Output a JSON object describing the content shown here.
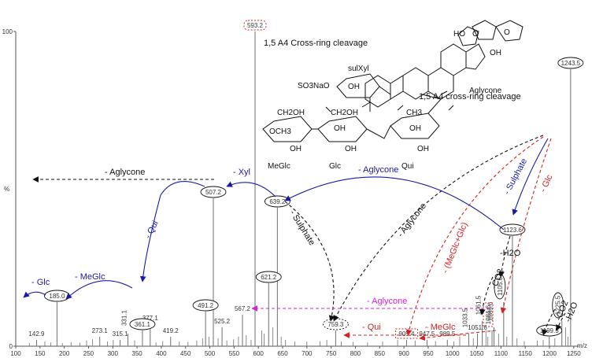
{
  "chart_data": {
    "type": "bar",
    "xlabel": "m/z",
    "ylabel": "%",
    "xlim": [
      100,
      1260
    ],
    "ylim": [
      0,
      100
    ],
    "xticks": [
      100,
      150,
      200,
      250,
      300,
      350,
      400,
      450,
      500,
      550,
      600,
      650,
      700,
      750,
      800,
      850,
      900,
      950,
      1000,
      1050,
      1100,
      1150,
      1200,
      1250
    ],
    "yticks": [
      0,
      100
    ],
    "peaks": [
      {
        "mz": 593.2,
        "intensity": 100,
        "label": "593.2",
        "style": "box-dashed-red"
      },
      {
        "mz": 1243.5,
        "intensity": 88,
        "label": "1243.5",
        "style": "ellipse"
      },
      {
        "mz": 639.2,
        "intensity": 44,
        "label": "639.2",
        "style": "ellipse"
      },
      {
        "mz": 507.2,
        "intensity": 47,
        "label": "507.2",
        "style": "ellipse"
      },
      {
        "mz": 1123.6,
        "intensity": 35,
        "label": "1123.6",
        "style": "ellipse"
      },
      {
        "mz": 621.2,
        "intensity": 20,
        "label": "621.2",
        "style": "ellipse"
      },
      {
        "mz": 491.2,
        "intensity": 11,
        "label": "491.2",
        "style": "ellipse"
      },
      {
        "mz": 185.0,
        "intensity": 14,
        "label": "185.0",
        "style": "ellipse"
      },
      {
        "mz": 567.2,
        "intensity": 10,
        "label": "567.2",
        "style": "none"
      },
      {
        "mz": 377.1,
        "intensity": 7,
        "label": "377.1",
        "style": "none"
      },
      {
        "mz": 361.1,
        "intensity": 5,
        "label": "361.1",
        "style": "ellipse"
      },
      {
        "mz": 759.3,
        "intensity": 5,
        "label": "759.3",
        "style": "ellipse-dashed"
      },
      {
        "mz": 525.2,
        "intensity": 6,
        "label": "525.2",
        "style": "none"
      },
      {
        "mz": 419.2,
        "intensity": 3,
        "label": "419.2",
        "style": "none"
      },
      {
        "mz": 331.1,
        "intensity": 4,
        "label": "331.1",
        "style": "vertical-blue"
      },
      {
        "mz": 273.1,
        "intensity": 3,
        "label": "273.1",
        "style": "none"
      },
      {
        "mz": 315.1,
        "intensity": 2,
        "label": "315.1",
        "style": "none"
      },
      {
        "mz": 142.9,
        "intensity": 2,
        "label": "142.9",
        "style": "none"
      },
      {
        "mz": 1105.6,
        "intensity": 14,
        "label": "1105.6",
        "style": "ellipse-vertical-blue"
      },
      {
        "mz": 1085.6,
        "intensity": 6,
        "label": "1085.6",
        "style": "vertical-blue"
      },
      {
        "mz": 1081.6,
        "intensity": 5,
        "label": "1081.6",
        "style": "box-vertical-red"
      },
      {
        "mz": 1061.5,
        "intensity": 8,
        "label": "1061.5",
        "style": "vertical-blue"
      },
      {
        "mz": 1051.6,
        "intensity": 4,
        "label": "1051.6",
        "style": "none"
      },
      {
        "mz": 1033.5,
        "intensity": 4,
        "label": "1033.5",
        "style": "vertical-blue"
      },
      {
        "mz": 1225.5,
        "intensity": 8,
        "label": "1225.5",
        "style": "ellipse-vertical-blue"
      },
      {
        "mz": 1199.5,
        "intensity": 3,
        "label": "1199.5",
        "style": "ellipse"
      },
      {
        "mz": 905.4,
        "intensity": 2,
        "label": "905.4",
        "style": "box-dashed"
      },
      {
        "mz": 947.5,
        "intensity": 2,
        "label": "947.5",
        "style": "none"
      },
      {
        "mz": 989.5,
        "intensity": 2,
        "label": "989.5",
        "style": "none"
      }
    ],
    "minor_peaks": [
      [
        128,
        1
      ],
      [
        160,
        1.5
      ],
      [
        172,
        1.2
      ],
      [
        196,
        1
      ],
      [
        214,
        1.3
      ],
      [
        232,
        1.1
      ],
      [
        246,
        1.8
      ],
      [
        258,
        2.2
      ],
      [
        289,
        1.5
      ],
      [
        301,
        2
      ],
      [
        345,
        1.8
      ],
      [
        389,
        1.2
      ],
      [
        403,
        1.6
      ],
      [
        437,
        1.5
      ],
      [
        455,
        1.4
      ],
      [
        473,
        1.8
      ],
      [
        485,
        2.5
      ],
      [
        498,
        3
      ],
      [
        517,
        2.5
      ],
      [
        535,
        1.8
      ],
      [
        549,
        2.2
      ],
      [
        559,
        3
      ],
      [
        575,
        3.5
      ],
      [
        585,
        2
      ],
      [
        607,
        5
      ],
      [
        612,
        4
      ],
      [
        630,
        6
      ],
      [
        647,
        3
      ],
      [
        656,
        2
      ],
      [
        675,
        1.5
      ],
      [
        700,
        1.5
      ],
      [
        727,
        1.6
      ],
      [
        741,
        2
      ],
      [
        771,
        1.5
      ],
      [
        795,
        1.4
      ],
      [
        825,
        1.2
      ],
      [
        856,
        1.5
      ],
      [
        887,
        2
      ],
      [
        923,
        1.8
      ],
      [
        965,
        1.6
      ],
      [
        1003,
        1.5
      ],
      [
        1015,
        3
      ],
      [
        1043,
        2.5
      ],
      [
        1069,
        5
      ],
      [
        1073,
        3
      ],
      [
        1095,
        4
      ],
      [
        1112,
        3
      ],
      [
        1133,
        2.5
      ],
      [
        1148,
        1.6
      ],
      [
        1175,
        1.8
      ],
      [
        1187,
        2
      ],
      [
        1211,
        2.5
      ],
      [
        1233,
        6
      ],
      [
        1238,
        3
      ]
    ],
    "annotations": [
      {
        "text": "- Aglycone",
        "color": "#111111",
        "dashed": true
      },
      {
        "text": "- Xyl",
        "color": "#1a1aa8",
        "dashed": false
      },
      {
        "text": "- Aglycone",
        "color": "#1a1aa8",
        "dashed": false
      },
      {
        "text": "- Qui",
        "color": "#1a1aa8",
        "dashed": false
      },
      {
        "text": "- Sulphate",
        "color": "#111111",
        "dashed": true
      },
      {
        "text": "- Aglycone",
        "color": "#111111",
        "dashed": true
      },
      {
        "text": "- (MeGlc+Glc)",
        "color": "#d42020",
        "dashed": true
      },
      {
        "text": "- Sulphate",
        "color": "#1a1aa8",
        "dashed": false
      },
      {
        "text": "- Glc",
        "color": "#d42020",
        "dashed": true
      },
      {
        "text": "-H2O",
        "color": "#111111",
        "dashed": true
      },
      {
        "text": "- Glc",
        "color": "#1a1aa8",
        "dashed": false
      },
      {
        "text": "- MeGlc",
        "color": "#1a1aa8",
        "dashed": false
      },
      {
        "text": "- Aglycone",
        "color": "#d422d4",
        "dashed": true
      },
      {
        "text": "- Qui",
        "color": "#d42020",
        "dashed": true
      },
      {
        "text": "- MeGlc",
        "color": "#d42020",
        "dashed": true
      },
      {
        "text": "-CO2",
        "color": "#111111",
        "dashed": true
      },
      {
        "text": "-CO2",
        "color": "#111111",
        "dashed": true
      },
      {
        "text": "-H2O",
        "color": "#111111",
        "dashed": true
      }
    ],
    "cleavage_labels": {
      "top": "1,5 A4 Cross-ring cleavage",
      "struct": "1,5 A4 cross-ring cleavage"
    },
    "structure_labels": {
      "sulxyl": "sulXyl",
      "so3na": "SO3NaO",
      "aglycone": "Aglycone",
      "ho": "HO",
      "oh": "OH",
      "ch2oh": "CH2OH",
      "och3": "OCH3",
      "ch3": "CH3",
      "o": "O",
      "megl": "MeGlc",
      "glc": "Glc",
      "qui": "Qui"
    },
    "colors": {
      "spectrum": "#6e6e6e",
      "blue": "#1a1aa8",
      "red": "#d42020",
      "magenta": "#d422d4",
      "black": "#111111"
    }
  }
}
